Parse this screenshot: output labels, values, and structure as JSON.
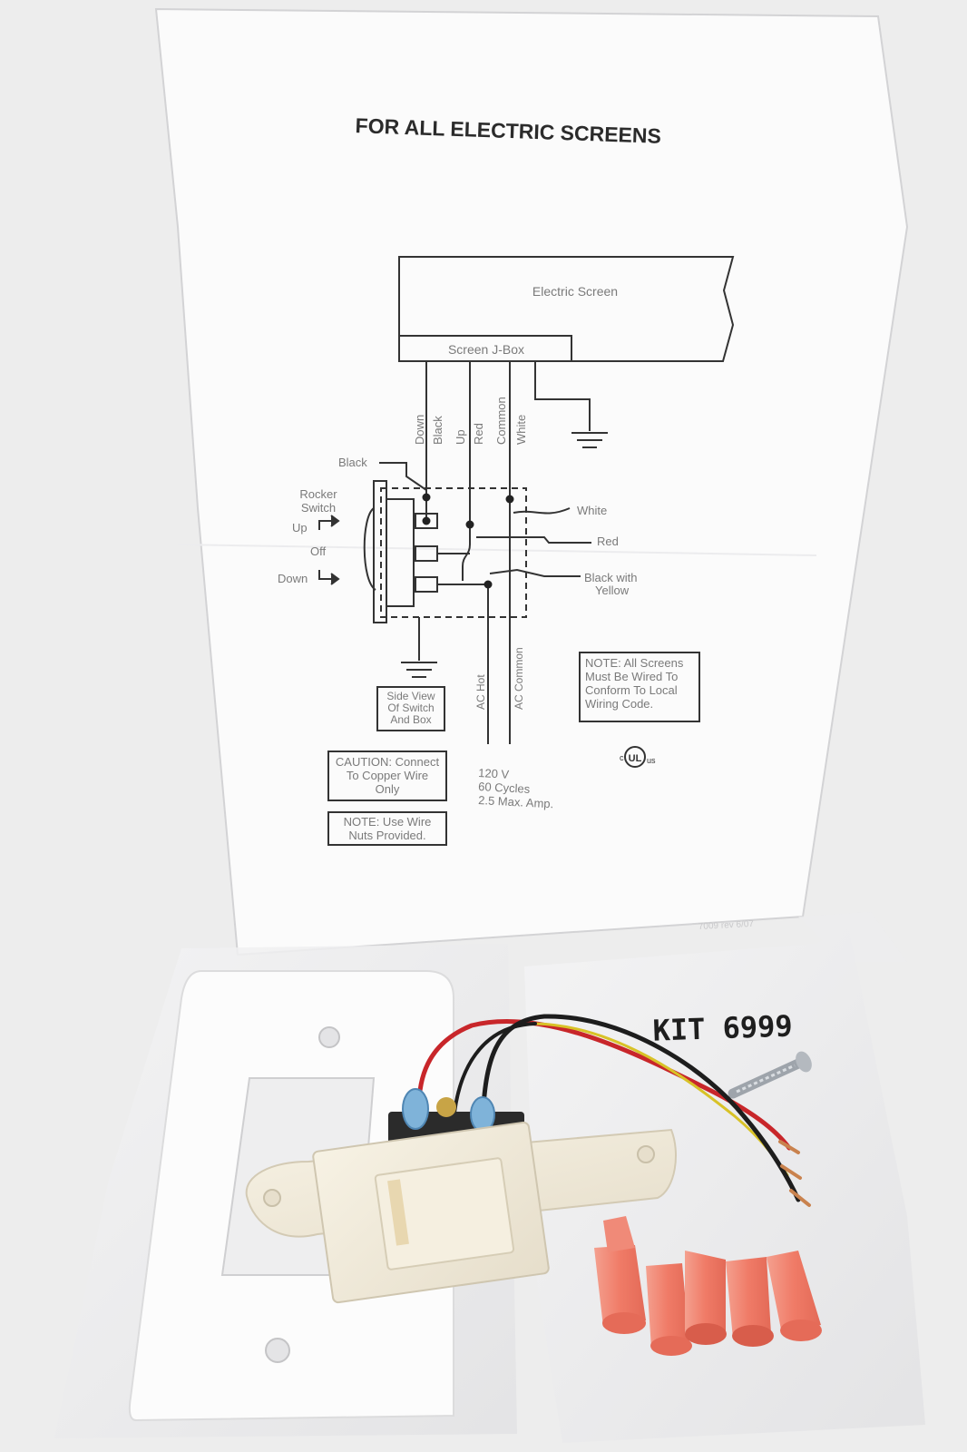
{
  "sheet": {
    "heading": "FOR ALL ELECTRIC SCREENS",
    "footer_code": "7009 rev 6/07"
  },
  "diagram": {
    "electric_screen": "Electric Screen",
    "jbox": "Screen J-Box",
    "wire_down": "Down",
    "wire_black": "Black",
    "wire_up": "Up",
    "wire_red": "Red",
    "wire_common": "Common",
    "wire_white": "White",
    "label_black": "Black",
    "rocker_line1": "Rocker",
    "rocker_line2": "Switch",
    "pos_up": "Up",
    "pos_off": "Off",
    "pos_down": "Down",
    "callout_white": "White",
    "callout_red": "Red",
    "callout_bwy_line1": "Black with",
    "callout_bwy_line2": "Yellow",
    "ac_hot": "AC Hot",
    "ac_common": "AC Common",
    "side_view_line1": "Side View",
    "side_view_line2": "Of Switch",
    "side_view_line3": "And Box",
    "note_line1": "NOTE: All Screens",
    "note_line2": "Must Be Wired To",
    "note_line3": "Conform To Local",
    "note_line4": "Wiring Code.",
    "caution_line1": "CAUTION: Connect",
    "caution_line2": "To Copper Wire",
    "caution_line3": "Only",
    "wirenut_line1": "NOTE: Use Wire",
    "wirenut_line2": "Nuts Provided.",
    "spec_line1": "120 V",
    "spec_line2": "60 Cycles",
    "spec_line3": "2.5 Max. Amp.",
    "ul_mark": "UL",
    "ul_c": "c",
    "ul_us": "us"
  },
  "kit": {
    "label": "KIT 6999"
  },
  "colors": {
    "background": "#e9e9ea",
    "paper": "#fbfbfb",
    "wire_red": "#c8262a",
    "wire_black": "#1d1d1d",
    "wire_yellow": "#d8c227",
    "wire_nut": "#f08a78",
    "switch_plastic": "#f1ead8",
    "terminal_blue": "#7fb3d9"
  }
}
